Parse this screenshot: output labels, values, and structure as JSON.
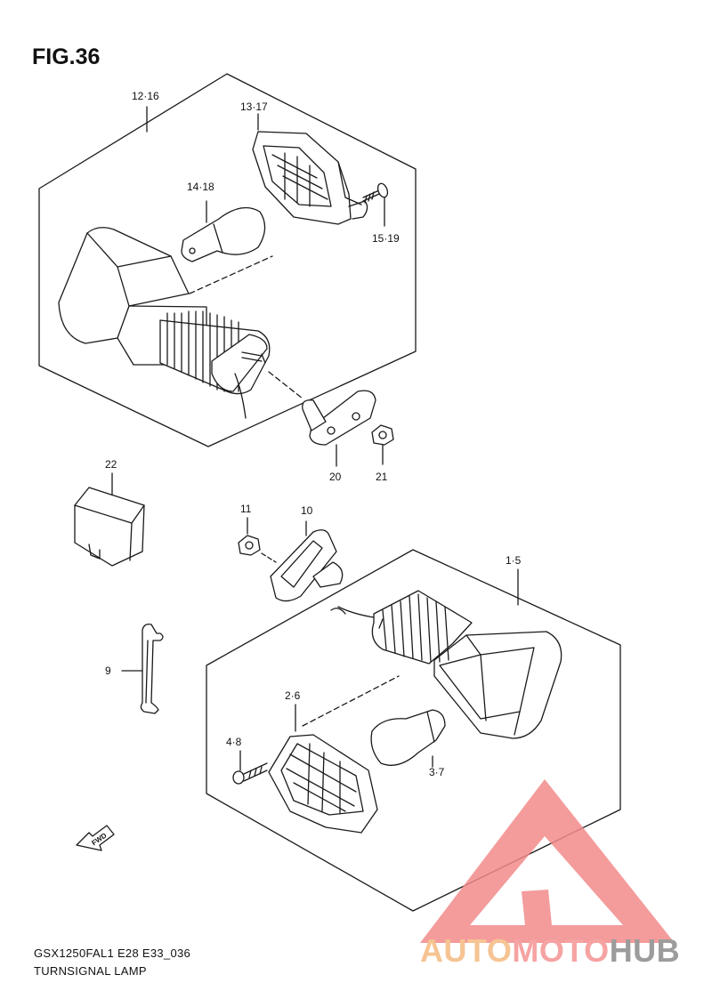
{
  "figure": {
    "title": "FIG.36",
    "model_code": "GSX1250FAL1 E28 E33_036",
    "caption": "TURNSIGNAL LAMP"
  },
  "parts": {
    "p12_16": "12·16",
    "p13_17": "13·17",
    "p14_18": "14·18",
    "p15_19": "15·19",
    "p20": "20",
    "p21": "21",
    "p22": "22",
    "p11": "11",
    "p10": "10",
    "p1_5": "1·5",
    "p9": "9",
    "p2_6": "2·6",
    "p4_8": "4·8",
    "p3_7": "3·7"
  },
  "direction_badge": "FWD",
  "watermark": {
    "part1": "AUTO",
    "part2": "MOTO",
    "part3": "HUB",
    "colors": {
      "triangle": "#f28a8a",
      "auto": "#f6c493",
      "moto": "#f6a3a3",
      "hub": "#9c9c9c"
    }
  }
}
